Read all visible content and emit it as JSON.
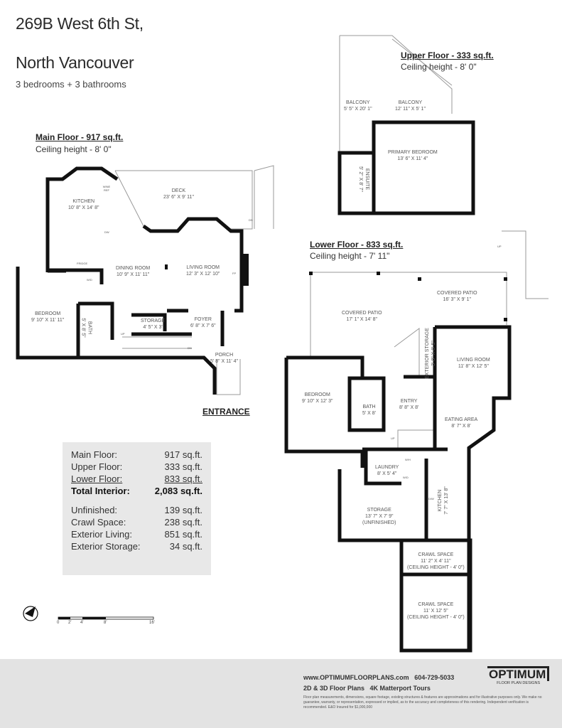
{
  "header": {
    "address_line1": "269B West 6th St,",
    "address_line2": "North Vancouver",
    "subtitle": "3 bedrooms + 3 bathrooms"
  },
  "main_floor": {
    "heading": "Main Floor - 917 sq.ft.",
    "ceiling": "Ceiling height - 8' 0\"",
    "rooms": [
      {
        "name": "DECK",
        "dim": "23' 6\" X 9' 11\""
      },
      {
        "name": "KITCHEN",
        "dim": "10' 8\" X 14' 8\""
      },
      {
        "name": "DINING ROOM",
        "dim": "10' 9\" X 11' 11\""
      },
      {
        "name": "LIVING ROOM",
        "dim": "12' 3\" X 12' 10\""
      },
      {
        "name": "BEDROOM",
        "dim": "9' 10\" X 11' 11\""
      },
      {
        "name": "BATH",
        "dim": "5' X 8' 5\""
      },
      {
        "name": "STORAGE",
        "dim": "4' 5\" X 3'"
      },
      {
        "name": "FOYER",
        "dim": "6' 8\" X 7' 6\""
      },
      {
        "name": "PORCH",
        "dim": "5' 8\" X 11' 4\""
      }
    ],
    "fixtures": {
      "wine": "WINE REF",
      "fridge": "FRIDGE",
      "dw": "DW",
      "wd": "W/D",
      "ff": "FP",
      "up": "UP",
      "dn": "DN",
      "dn2": "DN"
    },
    "entrance": "ENTRANCE"
  },
  "upper_floor": {
    "heading": "Upper Floor - 333 sq.ft.",
    "ceiling": "Ceiling height - 8' 0\"",
    "rooms": [
      {
        "name": "BALCONY",
        "dim": "5' 5\" X 20' 1\""
      },
      {
        "name": "BALCONY",
        "dim": "12' 11\" X 5' 1\""
      },
      {
        "name": "PRIMARY BEDROOM",
        "dim": "13' 6\" X 11' 4\""
      },
      {
        "name": "ENSUITE",
        "dim": "5' 2\" X 8' 7\""
      }
    ]
  },
  "lower_floor": {
    "heading": "Lower Floor - 833 sq.ft.",
    "ceiling": "Ceiling height - 7' 11\"",
    "rooms": [
      {
        "name": "COVERED PATIO",
        "dim": "17' 1\" X 14' 8\""
      },
      {
        "name": "COVERED PATIO",
        "dim": "16' 3\" X 9' 1\""
      },
      {
        "name": "EXTERIOR STORAGE",
        "dim": "3' 8\" X 8' 5\""
      },
      {
        "name": "LIVING ROOM",
        "dim": "11' 8\" X 12' 5\""
      },
      {
        "name": "BEDROOM",
        "dim": "9' 10\" X 12' 3\""
      },
      {
        "name": "BATH",
        "dim": "5' X 8'"
      },
      {
        "name": "ENTRY",
        "dim": "8' 8\" X 8'"
      },
      {
        "name": "EATING AREA",
        "dim": "8' 7\" X 8'"
      },
      {
        "name": "LAUNDRY",
        "dim": "8' X 5' 4\""
      },
      {
        "name": "KITCHEN",
        "dim": "7' 7\" X 13' 8\""
      },
      {
        "name": "STORAGE",
        "dim": "13' 7\" X 7' 9\"",
        "note": "(UNFINISHED)"
      },
      {
        "name": "CRAWL SPACE",
        "dim": "11' 2\" X 4' 11\"",
        "note": "(CEILING HEIGHT - 4' 0\")"
      },
      {
        "name": "CRAWL SPACE",
        "dim": "11' X 12' 5\"",
        "note": "(CEILING HEIGHT - 4' 0\")"
      }
    ],
    "fixtures": {
      "up": "UP",
      "up2": "UP",
      "wh": "W/H",
      "wd": "W/D",
      "dw": "D/W"
    }
  },
  "summary": {
    "rows": [
      {
        "label": "Main Floor:",
        "value": "917 sq.ft."
      },
      {
        "label": "Upper Floor:",
        "value": "333 sq.ft."
      },
      {
        "label": "Lower Floor:",
        "value": "833 sq.ft."
      },
      {
        "label": "Total Interior:",
        "value": "2,083 sq.ft."
      },
      {
        "label": "Unfinished:",
        "value": "139 sq.ft."
      },
      {
        "label": "Crawl Space:",
        "value": "238 sq.ft."
      },
      {
        "label": "Exterior Living:",
        "value": "851 sq.ft."
      },
      {
        "label": "Exterior Storage:",
        "value": "34 sq.ft."
      }
    ]
  },
  "scale_bar": {
    "ticks": [
      "0",
      "2'",
      "4'",
      "8'",
      "16'"
    ]
  },
  "footer": {
    "website": "www.OPTIMUMFLOORPLANS.com",
    "phone": "604-729-5033",
    "services1": "2D & 3D Floor Plans",
    "services2": "4K Matterport Tours",
    "disclaimer": "Floor plan measurements, dimensions, square footage, existing structures & features are approximations and for illustrative purposes only. We make no guarantee, warranty, or representation, expressed or implied, as to the accuracy and completeness of this rendering. Independent verification is recommended. E&O Insured for $1,000,000",
    "logo_main": "OPTIMUM",
    "logo_sub": "FLOOR PLAN DESIGNS"
  }
}
